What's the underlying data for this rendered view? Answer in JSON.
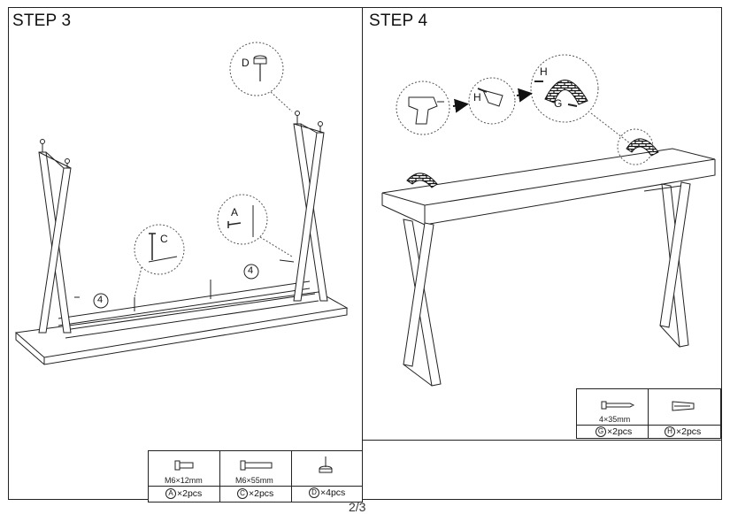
{
  "panels": {
    "step3": {
      "title": "STEP 3",
      "labels": {
        "c": "C",
        "a": "A",
        "d": "D",
        "count_left": "4",
        "count_right": "4"
      },
      "parts": [
        {
          "size": "M6×12mm",
          "letter": "A",
          "qty": "×2pcs",
          "icon": "short-bolt-icon"
        },
        {
          "size": "M6×55mm",
          "letter": "C",
          "qty": "×2pcs",
          "icon": "long-bolt-icon"
        },
        {
          "size": "",
          "letter": "D",
          "qty": "×4pcs",
          "icon": "leveling-foot-icon"
        }
      ]
    },
    "step4": {
      "title": "STEP 4",
      "labels": {
        "h": "H",
        "h2": "H",
        "g": "G"
      },
      "parts": [
        {
          "size": "4×35mm",
          "letter": "G",
          "qty": "×2pcs",
          "icon": "wood-screw-icon"
        },
        {
          "size": "",
          "letter": "H",
          "qty": "×2pcs",
          "icon": "wall-anchor-icon"
        }
      ]
    }
  },
  "page_number": "2/3"
}
